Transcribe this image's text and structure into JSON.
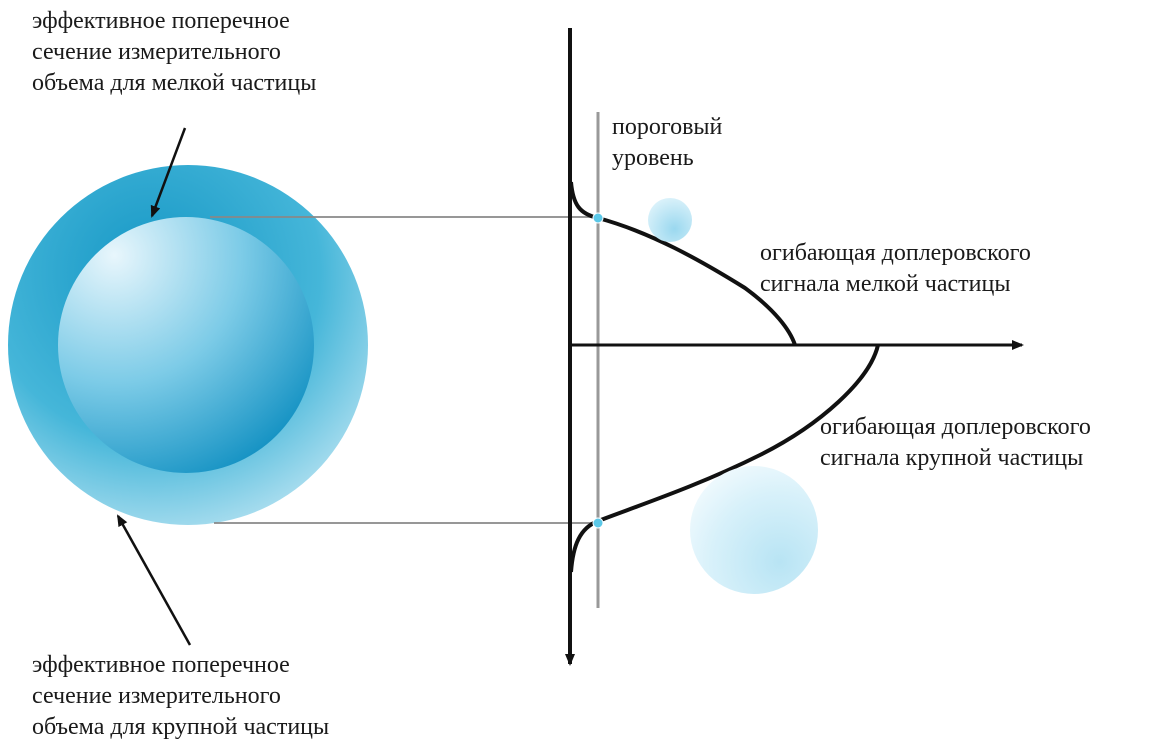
{
  "labels": {
    "small_volume": [
      "эффективное поперечное",
      "сечение измерительного",
      "объема для мелкой частицы"
    ],
    "large_volume": [
      "эффективное поперечное",
      "сечение измерительного",
      "объема для крупной частицы"
    ],
    "threshold": [
      "пороговый",
      "уровень"
    ],
    "small_envelope": [
      "огибающая доплеровского",
      "сигнала мелкой частицы"
    ],
    "large_envelope": [
      "огибающая доплеровского",
      "сигнала крупной частицы"
    ]
  },
  "colors": {
    "outer_sphere": "#2aaad0",
    "inner_sphere": "#1496c4",
    "curve": "#111111",
    "guide_line": "#888888",
    "threshold_point": "#5bc8e8"
  }
}
